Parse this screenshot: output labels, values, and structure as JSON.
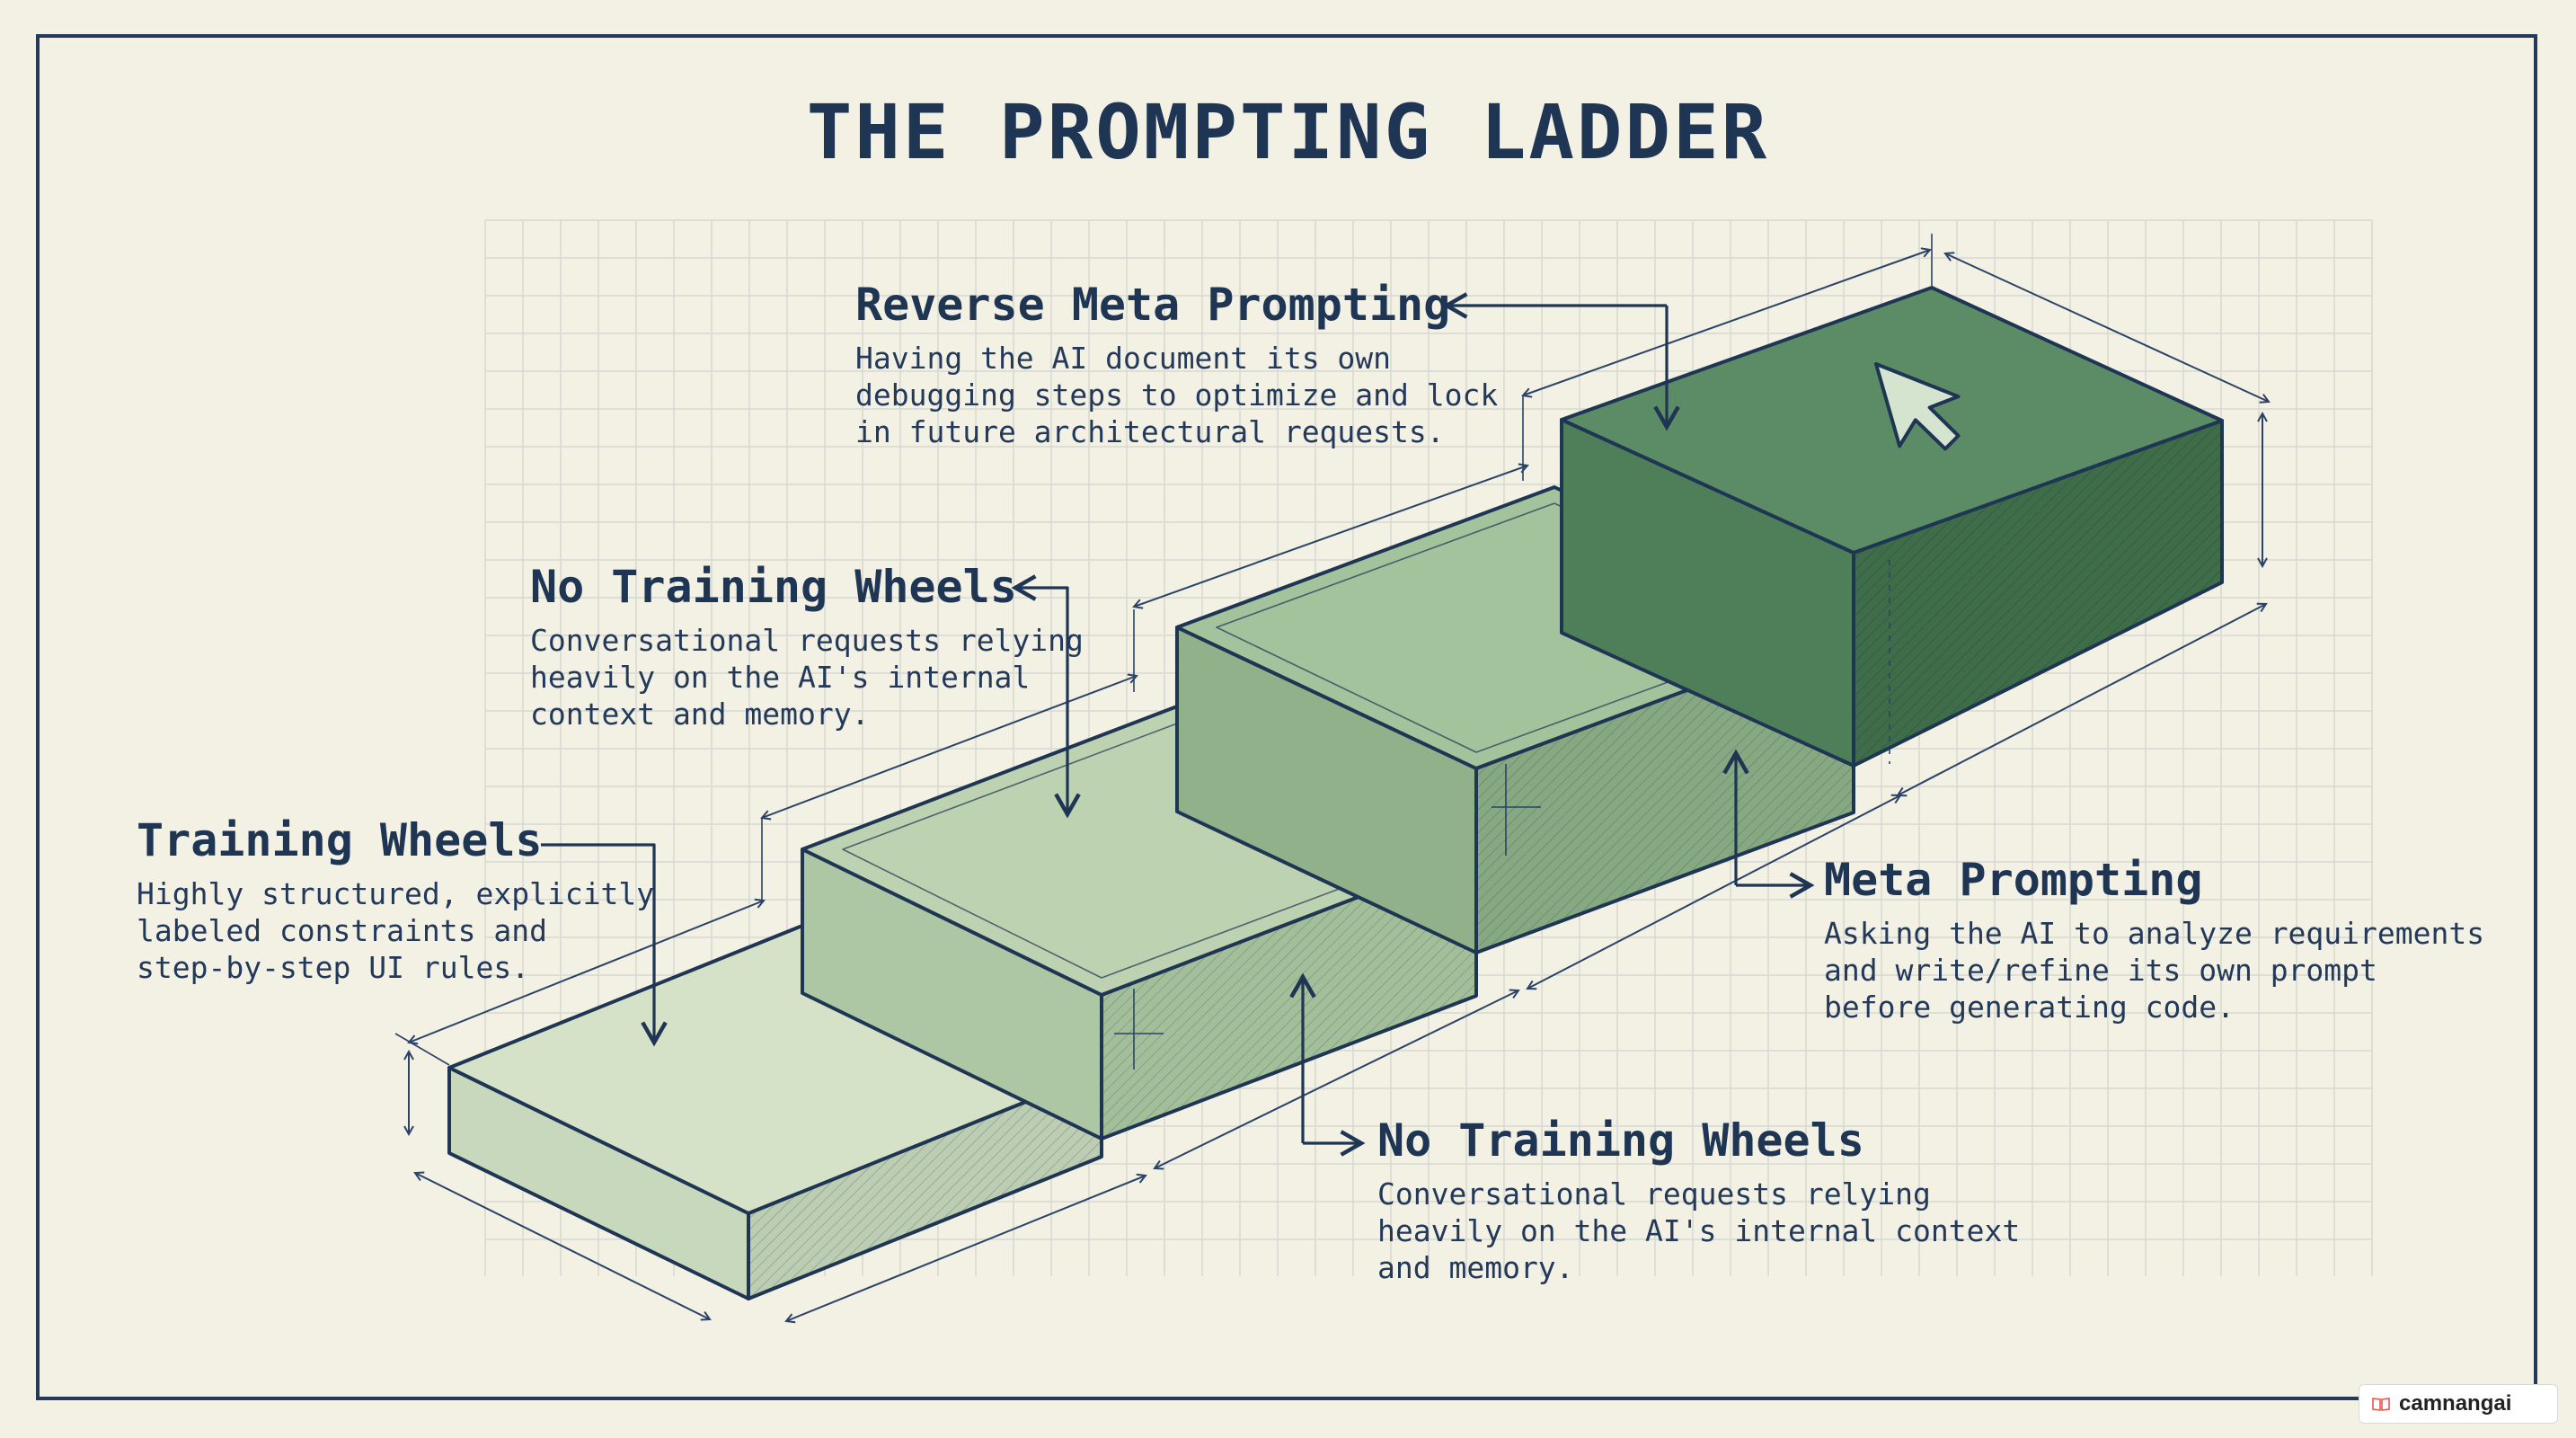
{
  "title": "THE PROMPTING LADDER",
  "steps": [
    {
      "heading": "Training Wheels",
      "text": "Highly structured, explicitly\nlabeled constraints and\nstep-by-step UI rules."
    },
    {
      "heading": "No Training Wheels",
      "text": "Conversational requests relying\nheavily on the AI's internal\ncontext and memory."
    },
    {
      "heading": "Reverse Meta Prompting",
      "text": "Having the AI document its own\ndebugging steps to optimize and lock\nin future architectural requests."
    },
    {
      "heading": "Meta Prompting",
      "text": "Asking the AI to analyze requirements\nand write/refine its own prompt\nbefore generating code."
    },
    {
      "heading": "No Training Wheels",
      "text": "Conversational requests relying\nheavily on the AI's internal context\nand memory."
    }
  ],
  "colors": {
    "ink": "#1e3553",
    "paper": "#f3f0e4",
    "grid": "#d6d9d2",
    "step1": "#d6e2c8",
    "step2": "#bcd2b1",
    "step3": "#a3c39c",
    "step4": "#5c8c65"
  },
  "icons": [
    "cursor-arrow-icon"
  ],
  "watermark": {
    "label": "camnangai",
    "icon": "book-icon"
  }
}
